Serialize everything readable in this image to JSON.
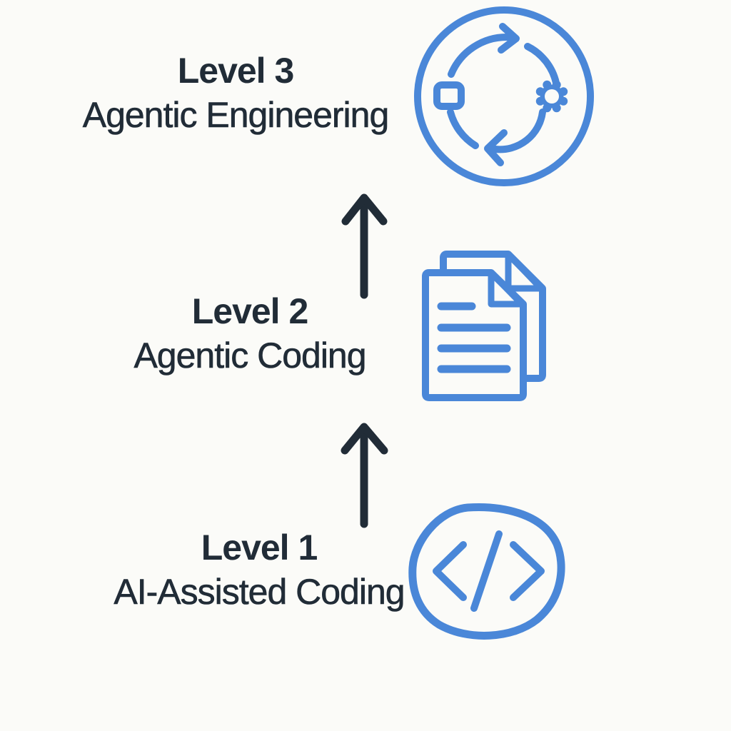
{
  "colors": {
    "background": "#fbfbf8",
    "accent_blue": "#4a87d8",
    "ink": "#212c37"
  },
  "levels": [
    {
      "title": "Level 3",
      "subtitle": "Agentic Engineering",
      "icon": "cycle-icon"
    },
    {
      "title": "Level 2",
      "subtitle": "Agentic Coding",
      "icon": "documents-icon"
    },
    {
      "title": "Level 1",
      "subtitle": "AI-Assisted Coding",
      "icon": "code-icon"
    }
  ]
}
